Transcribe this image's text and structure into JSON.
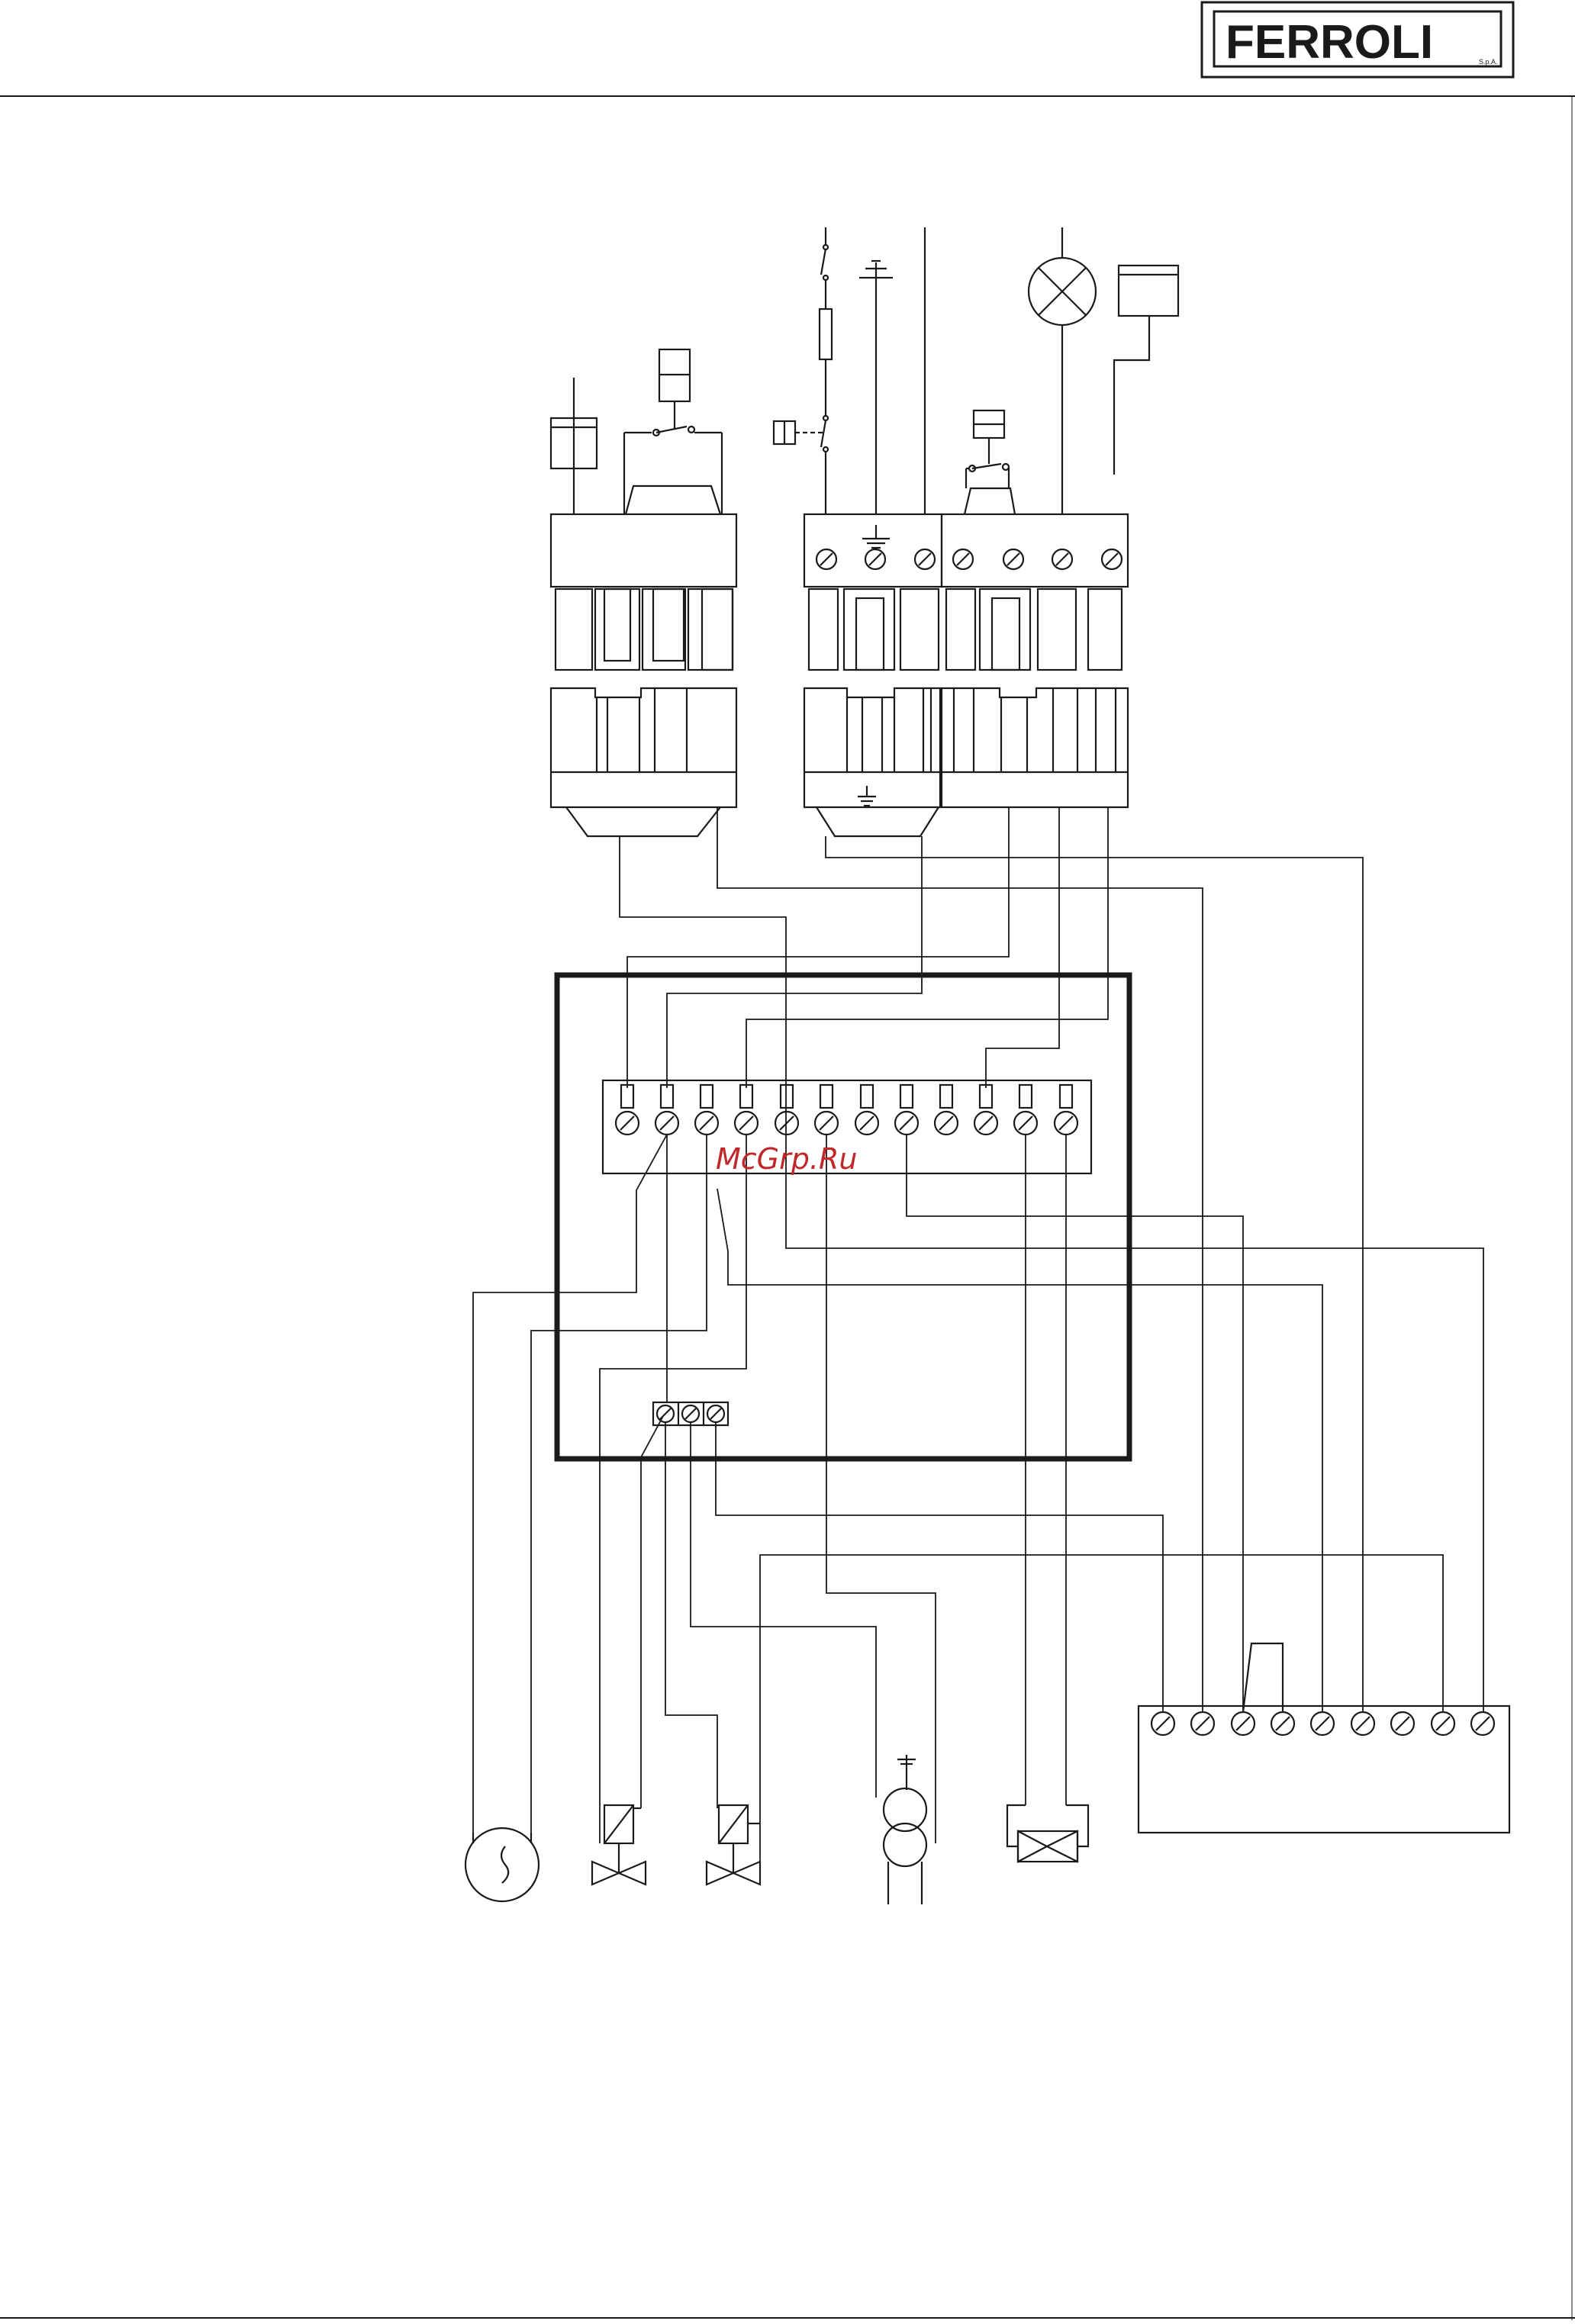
{
  "header": {
    "brand": "FERROLI",
    "brand_suffix": "S.p.A."
  },
  "watermark": {
    "text": "McGrp.Ru",
    "color": "#c0282a"
  },
  "colors": {
    "ink": "#1a1a1a",
    "paper": "#ffffff"
  },
  "diagram": {
    "type": "wiring-diagram",
    "upper_connector_blocks": 3,
    "upper_terminal_screws": 7,
    "control_board_terminals": 12,
    "board_small_terminals": 3,
    "external_terminal_strip_screws": 9,
    "components": [
      "fuse",
      "main-switch",
      "earth",
      "indicator-lamp",
      "display-module",
      "pressure-switch",
      "thermostat",
      "pump-motor",
      "gas-valve-1",
      "gas-valve-2",
      "ignition-transformer",
      "ignition-electrode",
      "control-board",
      "external-terminal-strip"
    ]
  }
}
